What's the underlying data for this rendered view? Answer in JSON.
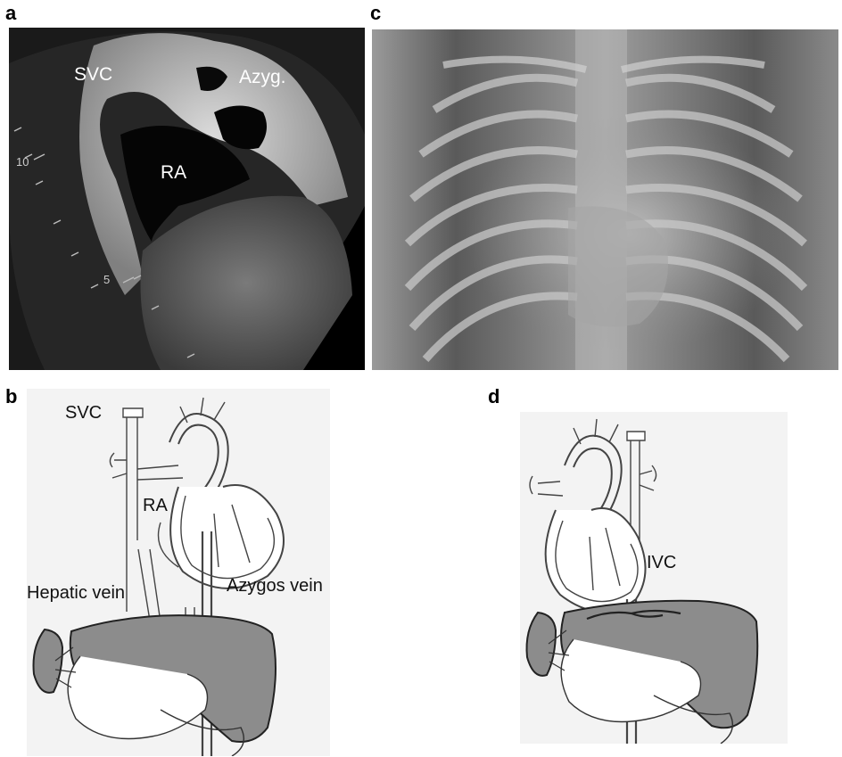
{
  "panels": {
    "a": {
      "letter": "a",
      "labels": {
        "svc": "SVC",
        "azygos": "Azyg.",
        "ra": "RA"
      },
      "depth_marks": {
        "ten": "10",
        "five": "5"
      }
    },
    "b": {
      "letter": "b",
      "labels": {
        "svc": "SVC",
        "ra": "RA",
        "hepatic_vein": "Hepatic vein",
        "azygos_vein": "Azygos vein"
      }
    },
    "c": {
      "letter": "c"
    },
    "d": {
      "letter": "d",
      "labels": {
        "ivc": "IVC"
      }
    }
  },
  "colors": {
    "liver": "#8c8c8c",
    "ultrasound_bg": "#000000",
    "xray_bg": "#6f6f6f",
    "outline": "#222222"
  }
}
